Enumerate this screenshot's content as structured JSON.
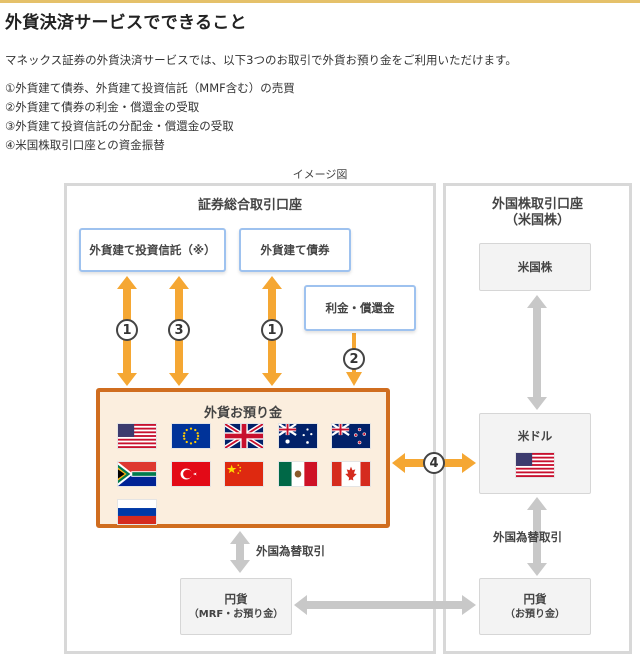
{
  "title": "外貨決済サービスでできること",
  "intro": "マネックス証券の外貨決済サービスでは、以下3つのお取引で外貨お預り金をご利用いただけます。",
  "list": [
    "①外貨建て債券、外貨建て投資信託（MMF含む）の売買",
    "②外貨建て債券の利金・償還金の受取",
    "③外貨建て投資信託の分配金・償還金の受取",
    "④米国株取引口座との資金振替"
  ],
  "diagram": {
    "caption": "イメージ図",
    "left_account": {
      "title": "証券総合取引口座",
      "fund_box": "外貨建て投資信託（※）",
      "bond_box": "外貨建て債券",
      "interest_box": "利金・償還金",
      "deposit_title": "外貨お預り金",
      "fx_label": "外国為替取引",
      "jpy_box": {
        "title": "円貨",
        "sub": "（MRF・お預り金）"
      }
    },
    "right_account": {
      "title_line1": "外国株取引口座",
      "title_line2": "（米国株）",
      "stock_box": "米国株",
      "usd_box": "米ドル",
      "fx_label": "外国為替取引",
      "jpy_box": {
        "title": "円貨",
        "sub": "（お預り金）"
      }
    },
    "markers": {
      "m1a": "1",
      "m3": "3",
      "m1b": "1",
      "m2": "2",
      "m4": "4"
    },
    "flags": [
      "usa",
      "eu",
      "uk",
      "australia",
      "new-zealand",
      "south-africa",
      "turkey",
      "china",
      "mexico",
      "canada",
      "russia"
    ],
    "colors": {
      "arrow_orange": "#f5a733",
      "arrow_gray": "#c8c8c8",
      "deposit_border": "#d06d1f",
      "deposit_fill": "#fbeede",
      "blue_border": "#9ec2ef"
    }
  }
}
